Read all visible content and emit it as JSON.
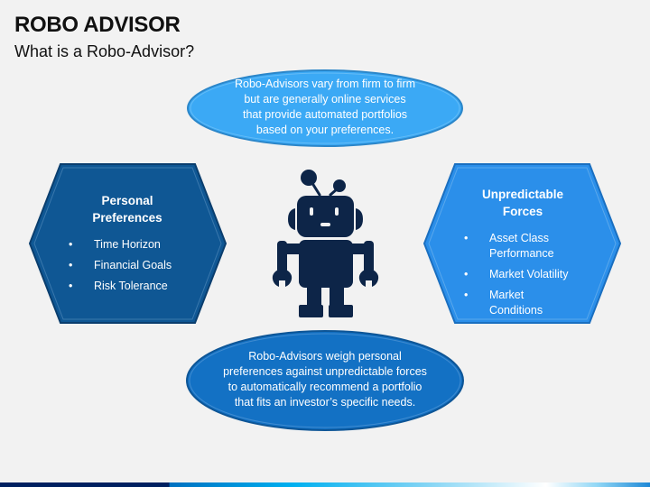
{
  "header": {
    "title": "ROBO ADVISOR",
    "subtitle": "What is a Robo-Advisor?"
  },
  "top_ellipse": {
    "lines": [
      "Robo-Advisors vary from firm to firm",
      "but are generally online services",
      "that provide automated portfolios",
      "based on your preferences."
    ],
    "color": "#3ba9f5"
  },
  "left_hexagon": {
    "title_lines": [
      "Personal",
      "Preferences"
    ],
    "items": [
      "Time Horizon",
      "Financial Goals",
      "Risk Tolerance"
    ],
    "bullet": "•",
    "color": "#0f5794"
  },
  "right_hexagon": {
    "title_lines": [
      "Unpredictable",
      "Forces"
    ],
    "items": [
      "Asset Class Performance",
      "Market Volatility",
      "Market Conditions"
    ],
    "bullet": "•",
    "color": "#2b8fea"
  },
  "center_icon": {
    "name": "robot-icon",
    "color": "#0d2548"
  },
  "bottom_ellipse": {
    "lines": [
      "Robo-Advisors weigh personal",
      "preferences against unpredictable forces",
      "to automatically recommend a portfolio",
      "that fits an investor’s specific needs."
    ],
    "color": "#1371c4"
  }
}
